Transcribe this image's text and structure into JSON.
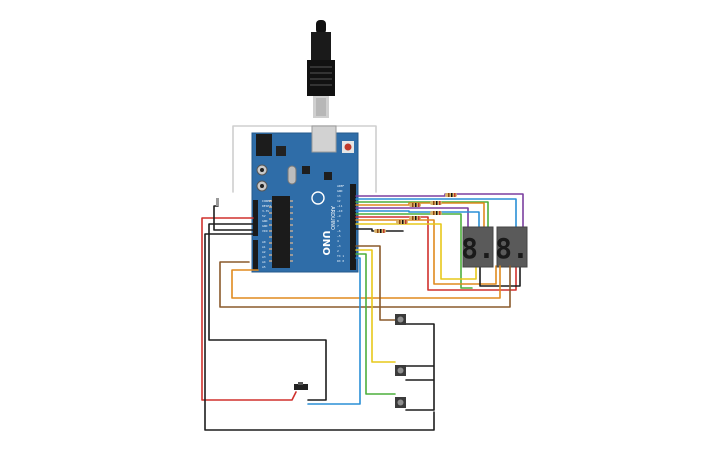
{
  "board": {
    "brand": "ARDUINO",
    "model": "UNO",
    "analog_labels": [
      "A0",
      "A1",
      "A2",
      "A3",
      "A4",
      "A5"
    ],
    "power_labels": [
      "IOREF",
      "RESET",
      "3.3V",
      "5V",
      "GND",
      "GND",
      "VIN"
    ],
    "digital_labels": [
      "AREF",
      "GND",
      "13",
      "12",
      "~11",
      "~10",
      "~9",
      "8",
      "7",
      "~6",
      "~5",
      "4",
      "~3",
      "2",
      "TX 1",
      "RX 0"
    ]
  },
  "displays": [
    {
      "glyph": "8."
    },
    {
      "glyph": "8."
    }
  ],
  "colors": {
    "board": "#2f6da8",
    "wire_red": "#d0312d",
    "wire_black": "#1d1d1d",
    "wire_orange": "#e08a1e",
    "wire_yellow": "#e7c81a",
    "wire_green": "#4caf3c",
    "wire_blue": "#2a8fd6",
    "wire_purple": "#7b3fa0",
    "wire_brown": "#8a5a2b",
    "wire_gray": "#c9c9c9"
  }
}
